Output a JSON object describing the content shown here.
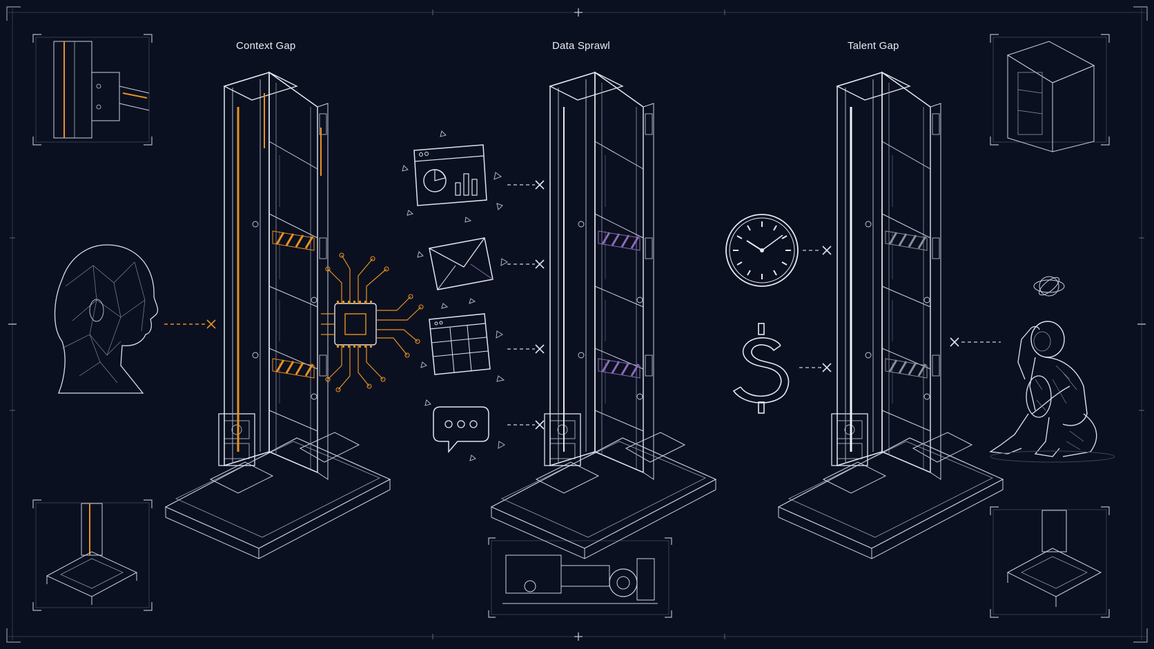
{
  "titles": {
    "context_gap": "Context Gap",
    "data_sprawl": "Data Sprawl",
    "talent_gap": "Talent Gap"
  },
  "colors": {
    "background": "#0b1020",
    "line": "#d7deea",
    "accent_orange": "#e8921f",
    "accent_purple": "#8c6bb5",
    "accent_gray": "#8b8f99"
  },
  "icons": [
    "human-head-icon",
    "microchip-icon",
    "dashboard-window-icon",
    "envelope-icon",
    "spreadsheet-window-icon",
    "chat-bubble-icon",
    "clock-icon",
    "dollar-sign-icon",
    "distressed-robot-icon",
    "blocked-x-icon"
  ]
}
